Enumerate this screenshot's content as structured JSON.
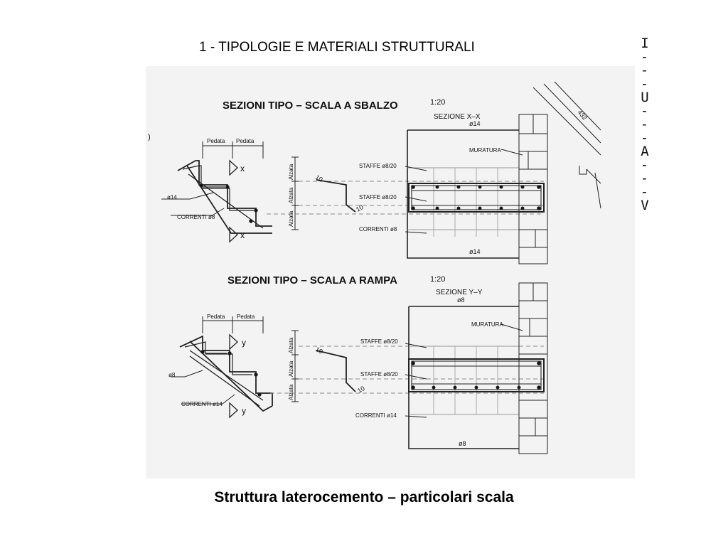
{
  "header": {
    "title": "1 - TIPOLOGIE E MATERIALI STRUTTURALI"
  },
  "logo": {
    "letters": [
      "I",
      "U",
      "A",
      "V"
    ],
    "separator": "- - -"
  },
  "caption": "Struttura laterocemento – particolari scala",
  "drawing": {
    "corner_mark": ")",
    "roof_dim": "432",
    "top": {
      "title": "SEZIONI TIPO  –  SCALA A SBALZO",
      "scale": "1:20",
      "section_name": "SEZIONE X–X",
      "bar_top": "ø14",
      "bar_bottom": "ø14",
      "muratura": "MURATURA",
      "staffe_1": "STAFFE ø8/20",
      "staffe_2": "STAFFE ø8/20",
      "correnti": "CORRENTI ø8",
      "pedata_1": "Pedata",
      "pedata_2": "Pedata",
      "stair_bar": "ø14",
      "stair_correnti": "CORRENTI ø8",
      "cut_1": "x",
      "cut_2": "x",
      "alzata_1": "Alzata",
      "alzata_2": "Alzata",
      "alzata_3": "Alzata",
      "dim_10a": "10",
      "dim_10b": "10"
    },
    "bottom": {
      "title": "SEZIONI TIPO  –  SCALA A RAMPA",
      "scale": "1:20",
      "section_name": "SEZIONE Y–Y",
      "bar_top": "ø8",
      "bar_bottom": "ø8",
      "muratura": "MURATURA",
      "staffe_1": "STAFFE ø8/20",
      "staffe_2": "STAFFE ø8/20",
      "correnti": "CORRENTI ø14",
      "pedata_1": "Pedata",
      "pedata_2": "Pedata",
      "stair_bar": "ø8",
      "stair_correnti": "CORRENTI ø14",
      "cut_1": "y",
      "cut_2": "y",
      "alzata_1": "Alzata",
      "alzata_2": "Alzata",
      "alzata_3": "Alzata",
      "dim_10a": "10",
      "dim_10b": "10"
    }
  }
}
